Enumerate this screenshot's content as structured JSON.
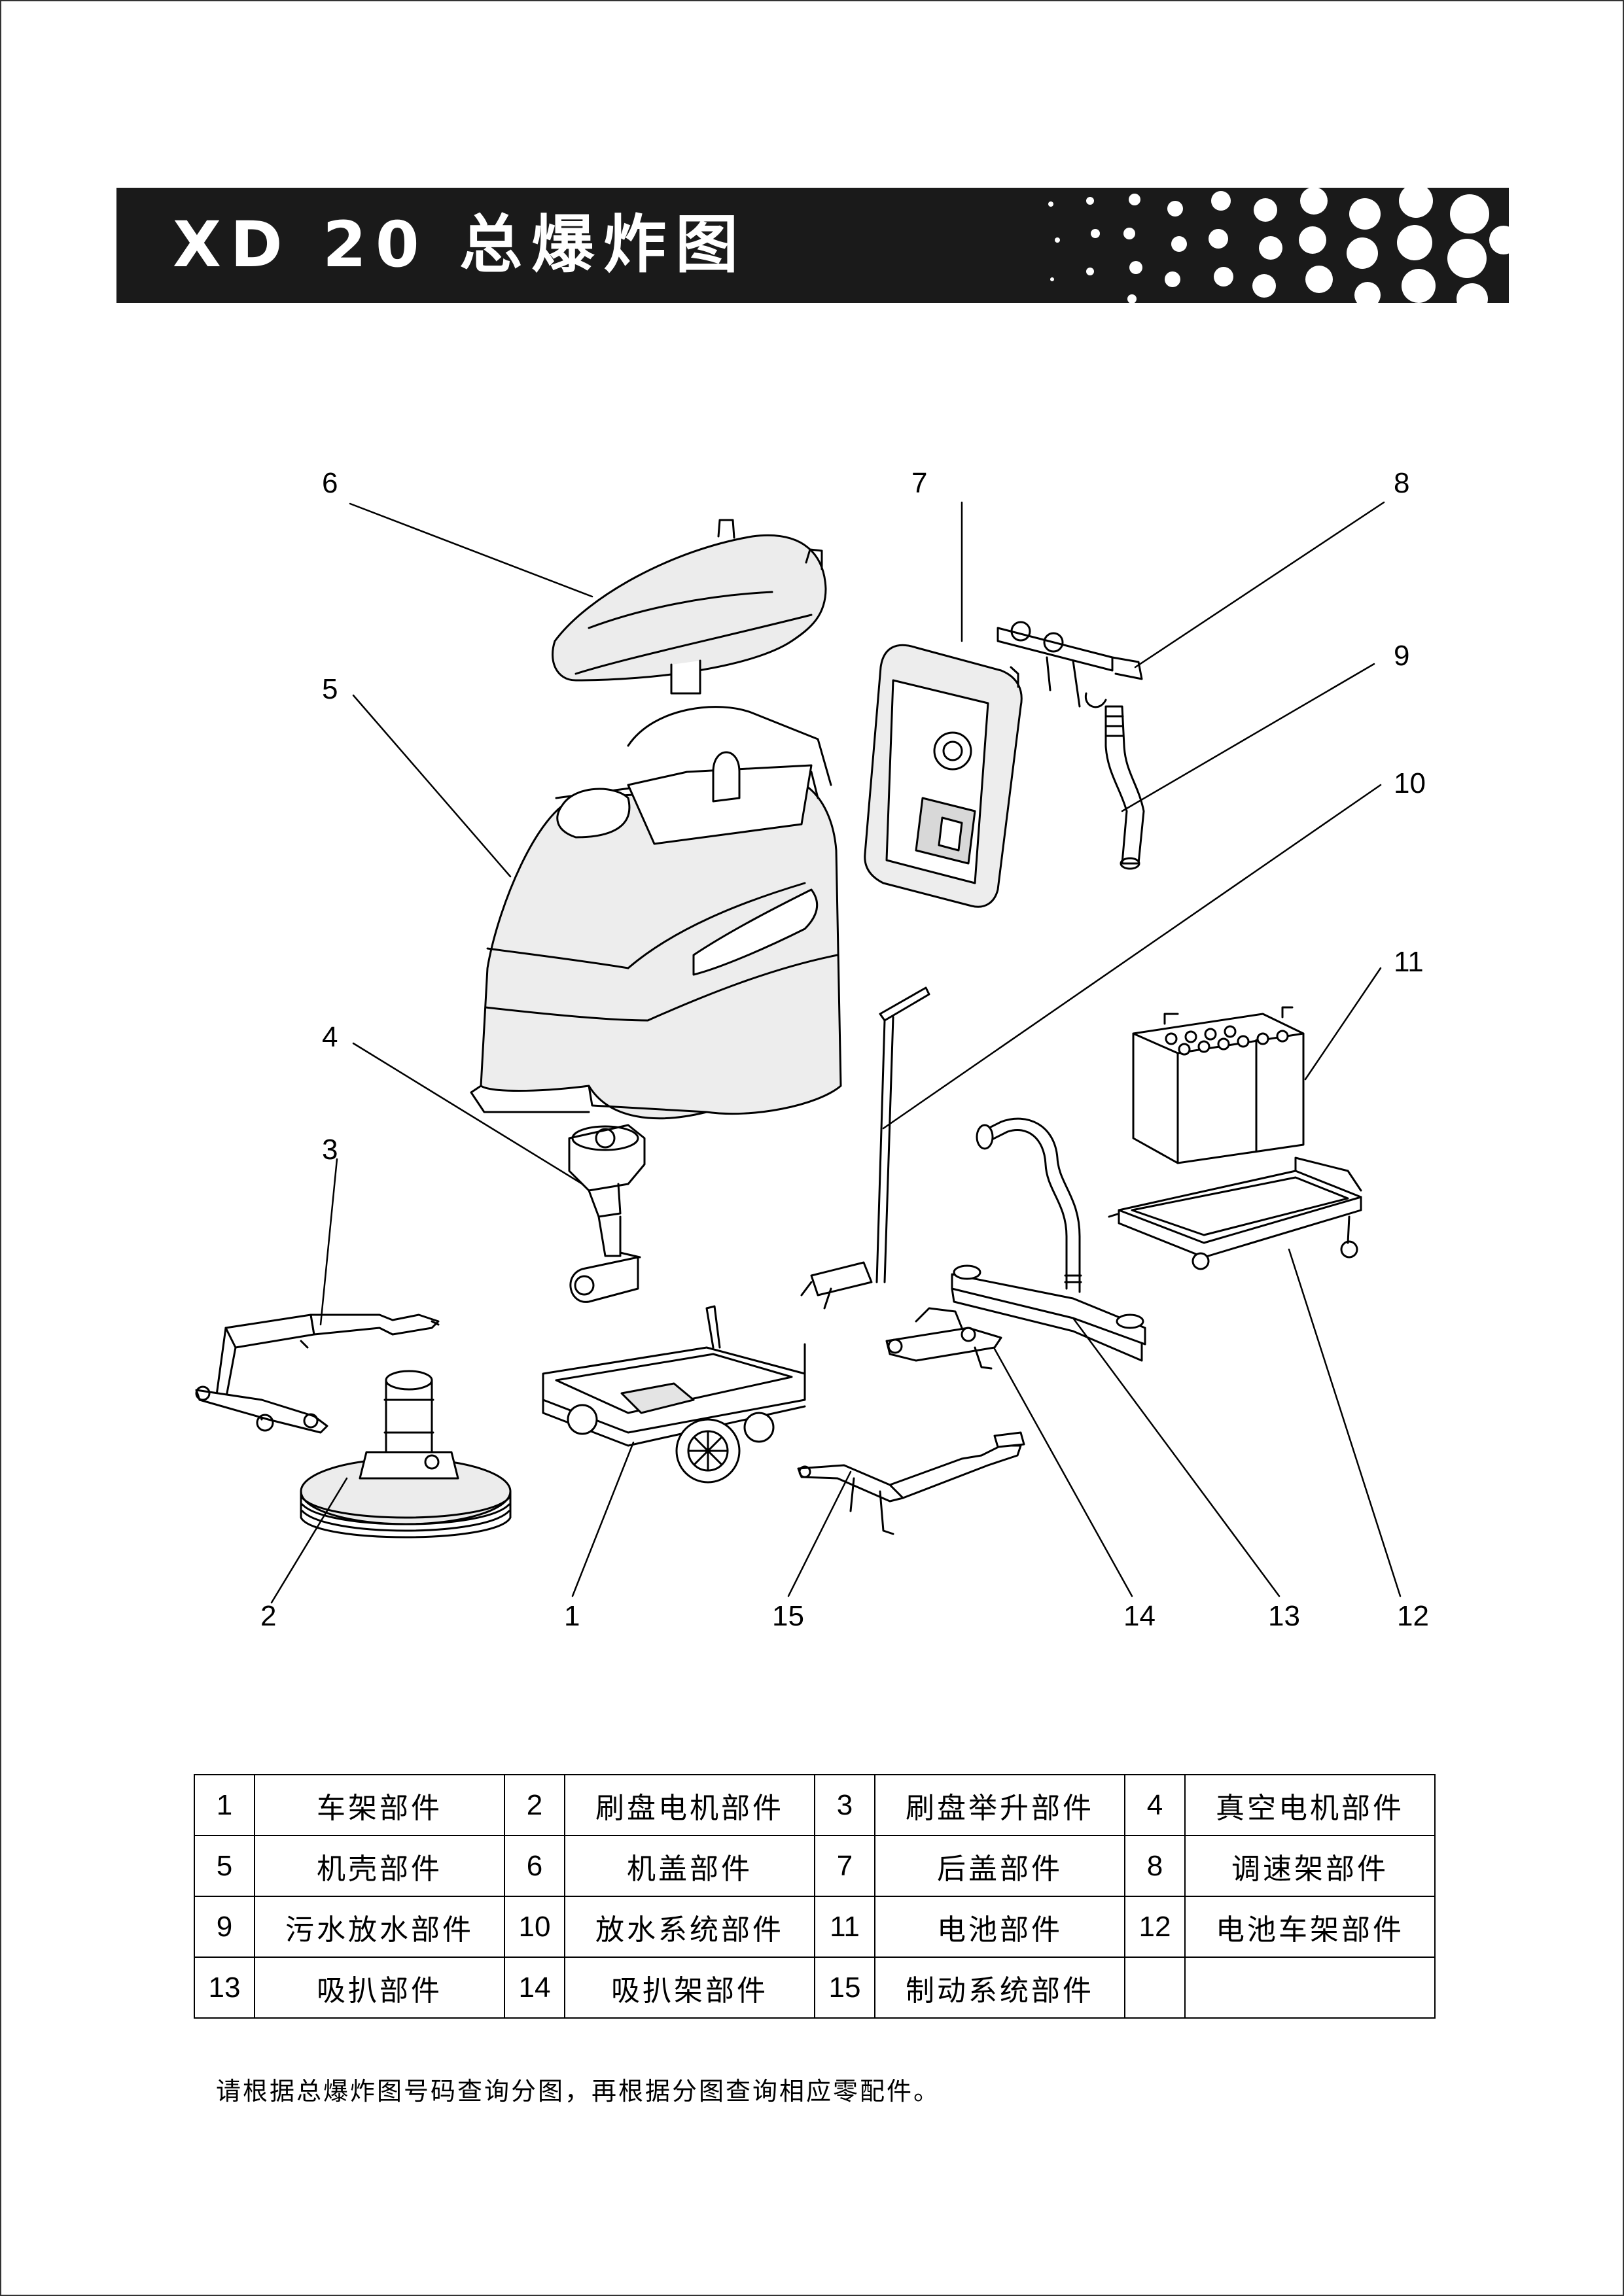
{
  "title": "XD 20 总爆炸图",
  "callouts": [
    {
      "num": "1"
    },
    {
      "num": "2"
    },
    {
      "num": "3"
    },
    {
      "num": "4"
    },
    {
      "num": "5"
    },
    {
      "num": "6"
    },
    {
      "num": "7"
    },
    {
      "num": "8"
    },
    {
      "num": "9"
    },
    {
      "num": "10"
    },
    {
      "num": "11"
    },
    {
      "num": "12"
    },
    {
      "num": "13"
    },
    {
      "num": "14"
    },
    {
      "num": "15"
    }
  ],
  "parts_table": {
    "rows": [
      [
        {
          "num": "1",
          "name": "车架部件"
        },
        {
          "num": "2",
          "name": "刷盘电机部件"
        },
        {
          "num": "3",
          "name": "刷盘举升部件"
        },
        {
          "num": "4",
          "name": "真空电机部件"
        }
      ],
      [
        {
          "num": "5",
          "name": "机壳部件"
        },
        {
          "num": "6",
          "name": "机盖部件"
        },
        {
          "num": "7",
          "name": "后盖部件"
        },
        {
          "num": "8",
          "name": "调速架部件"
        }
      ],
      [
        {
          "num": "9",
          "name": "污水放水部件"
        },
        {
          "num": "10",
          "name": "放水系统部件"
        },
        {
          "num": "11",
          "name": "电池部件"
        },
        {
          "num": "12",
          "name": "电池车架部件"
        }
      ],
      [
        {
          "num": "13",
          "name": "吸扒部件"
        },
        {
          "num": "14",
          "name": "吸扒架部件"
        },
        {
          "num": "15",
          "name": "制动系统部件"
        },
        {
          "num": "",
          "name": ""
        }
      ]
    ]
  },
  "footnote": "请根据总爆炸图号码查询分图，再根据分图查询相应零配件。"
}
